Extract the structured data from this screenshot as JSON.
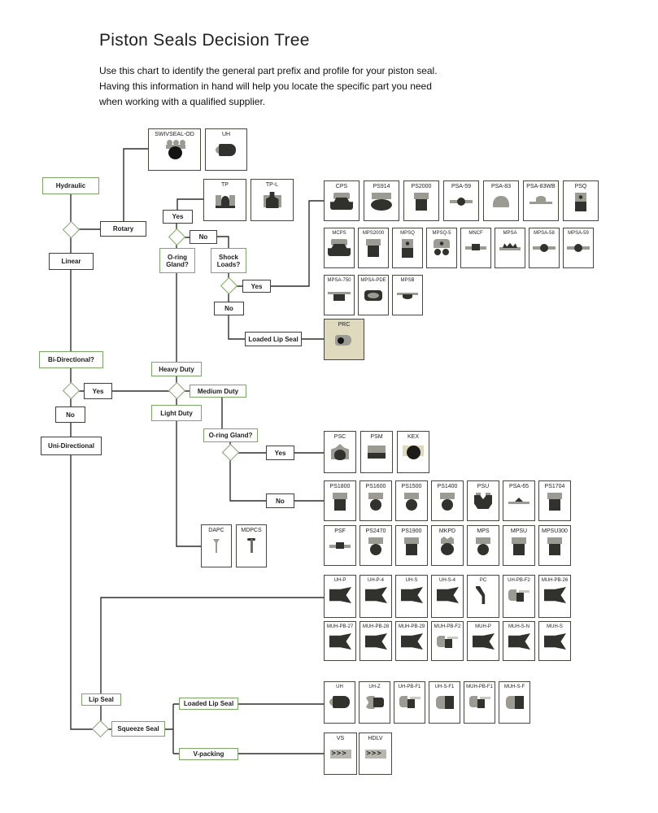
{
  "header": {
    "title": "Piston Seals Decision Tree",
    "subtitle": "Use this chart to identify the general part prefix and profile for your piston seal.\nHaving this information in hand will help you locate the specific part you need\nwhen working with a qualified supplier."
  },
  "colors": {
    "accent_green": "#7aa763",
    "line": "#2f2f2d",
    "seal_dark": "#31312d",
    "seal_gray": "#9b9b93",
    "beige": "#dfdabd"
  },
  "nodes": {
    "hydraulic": "Hydraulic",
    "rotary": "Rotary",
    "linear": "Linear",
    "yes_top": "Yes",
    "no_top": "No",
    "oring_gland_1": "O-ring Gland?",
    "shock_loads": "Shock Loads?",
    "yes_shock": "Yes",
    "no_shock": "No",
    "loaded_lip_seal_1": "Loaded Lip Seal",
    "bidirectional": "Bi-Directional?",
    "yes_bidir": "Yes",
    "no_bidir": "No",
    "unidirectional": "Uni-Directional",
    "heavy_duty": "Heavy Duty",
    "medium_duty": "Medium Duty",
    "light_duty": "Light Duty",
    "oring_gland_2": "O-ring Gland?",
    "yes_oring2": "Yes",
    "no_oring2": "No",
    "lip_seal": "Lip Seal",
    "squeeze_seal": "Squeeze Seal",
    "loaded_lip_seal_2": "Loaded Lip Seal",
    "v_packing": "V-packing"
  },
  "parts": {
    "rotary_results": [
      {
        "label": "SWIVSEAL-OD",
        "icon": "ic-swiv"
      },
      {
        "label": "UH",
        "icon": "ic-uh"
      }
    ],
    "heavy_yes": [
      {
        "label": "TP",
        "icon": "ic-tp"
      },
      {
        "label": "TP-L",
        "icon": "ic-tpl"
      }
    ],
    "shock_yes_r1": [
      {
        "label": "CPS",
        "icon": "ic-ubase"
      },
      {
        "label": "PS914",
        "icon": "ic-oval"
      },
      {
        "label": "PS2000",
        "icon": "ic-capblock"
      },
      {
        "label": "PSA-59",
        "icon": "ic-tdot"
      },
      {
        "label": "PSA-83",
        "icon": "ic-dome"
      },
      {
        "label": "PSA-83WB",
        "icon": "ic-tdome"
      },
      {
        "label": "PSQ",
        "icon": "ic-psq"
      }
    ],
    "shock_yes_r2": [
      {
        "label": "MCPS",
        "icon": "ic-ubase"
      },
      {
        "label": "MPS2000",
        "icon": "ic-capblock"
      },
      {
        "label": "MPSQ",
        "icon": "ic-psq"
      },
      {
        "label": "MPSQ-5",
        "icon": "ic-twodots"
      },
      {
        "label": "MNCF",
        "icon": "ic-mncf"
      },
      {
        "label": "MPSA",
        "icon": "ic-zig"
      },
      {
        "label": "MPSA-58",
        "icon": "ic-tdot"
      },
      {
        "label": "MPSA-59",
        "icon": "ic-tdot"
      }
    ],
    "shock_yes_r3": [
      {
        "label": "MPSA-750",
        "icon": "ic-barblock"
      },
      {
        "label": "MPSA-PDE",
        "icon": "ic-ovalbar"
      },
      {
        "label": "MPSB",
        "icon": "ic-mpsb"
      }
    ],
    "loaded_lip_1_results": [
      {
        "label": "PRC",
        "icon": "ic-prc"
      }
    ],
    "oring2_yes": [
      {
        "label": "PSC",
        "icon": "ic-psc"
      },
      {
        "label": "PSM",
        "icon": "ic-psm"
      },
      {
        "label": "KEX",
        "icon": "ic-kex"
      }
    ],
    "oring2_no_r1": [
      {
        "label": "PS1800",
        "icon": "ic-capblock"
      },
      {
        "label": "PS1600",
        "icon": "ic-capcircle"
      },
      {
        "label": "PS1500",
        "icon": "ic-capcircle"
      },
      {
        "label": "PS1400",
        "icon": "ic-capcircle"
      },
      {
        "label": "PSU",
        "icon": "ic-psu"
      },
      {
        "label": "PSA-65",
        "icon": "ic-wedge"
      },
      {
        "label": "PS1704",
        "icon": "ic-capblock"
      }
    ],
    "oring2_no_r2": [
      {
        "label": "PSF",
        "icon": "ic-mncf"
      },
      {
        "label": "PS2470",
        "icon": "ic-capcircle"
      },
      {
        "label": "PS1900",
        "icon": "ic-capblock"
      },
      {
        "label": "MKPD",
        "icon": "ic-crowncircle"
      },
      {
        "label": "MPS",
        "icon": "ic-capcircle"
      },
      {
        "label": "MPSU",
        "icon": "ic-capblock"
      },
      {
        "label": "MPSU300",
        "icon": "ic-capblock"
      }
    ],
    "light_duty_results": [
      {
        "label": "DAPC",
        "icon": "ic-pin"
      },
      {
        "label": "MDPCS",
        "icon": "ic-pint"
      }
    ],
    "lip_seal_r1": [
      {
        "label": "UH-P",
        "icon": "ic-lipseal"
      },
      {
        "label": "UH-P-4",
        "icon": "ic-lipseal"
      },
      {
        "label": "UH-S",
        "icon": "ic-lipseal"
      },
      {
        "label": "UH-S-4",
        "icon": "ic-lipseal"
      },
      {
        "label": "PC",
        "icon": "ic-angle"
      },
      {
        "label": "UH-PB-F2",
        "icon": "ic-step"
      },
      {
        "label": "MUH-PB-26",
        "icon": "ic-lipseal"
      }
    ],
    "lip_seal_r2": [
      {
        "label": "MUH-PB-27",
        "icon": "ic-lipseal"
      },
      {
        "label": "MUH-PB-28",
        "icon": "ic-lipseal"
      },
      {
        "label": "MUH-PB-29",
        "icon": "ic-lipseal"
      },
      {
        "label": "MUH-PB-F2",
        "icon": "ic-step"
      },
      {
        "label": "MUH-P",
        "icon": "ic-lipseal"
      },
      {
        "label": "MUH-S-N",
        "icon": "ic-lipseal"
      },
      {
        "label": "MUH-S",
        "icon": "ic-lipseal"
      }
    ],
    "loaded_lip_2_results": [
      {
        "label": "UH",
        "icon": "ic-uh"
      },
      {
        "label": "UH-Z",
        "icon": "ic-uhz"
      },
      {
        "label": "UH-PB-F1",
        "icon": "ic-step"
      },
      {
        "label": "UH-S-F1",
        "icon": "ic-grayblock"
      },
      {
        "label": "MUH-PB-F1",
        "icon": "ic-step"
      },
      {
        "label": "MUH-S-F",
        "icon": "ic-grayblock"
      }
    ],
    "v_packing_results": [
      {
        "label": "VS",
        "icon": "ic-chev"
      },
      {
        "label": "HDLV",
        "icon": "ic-chev"
      }
    ]
  }
}
